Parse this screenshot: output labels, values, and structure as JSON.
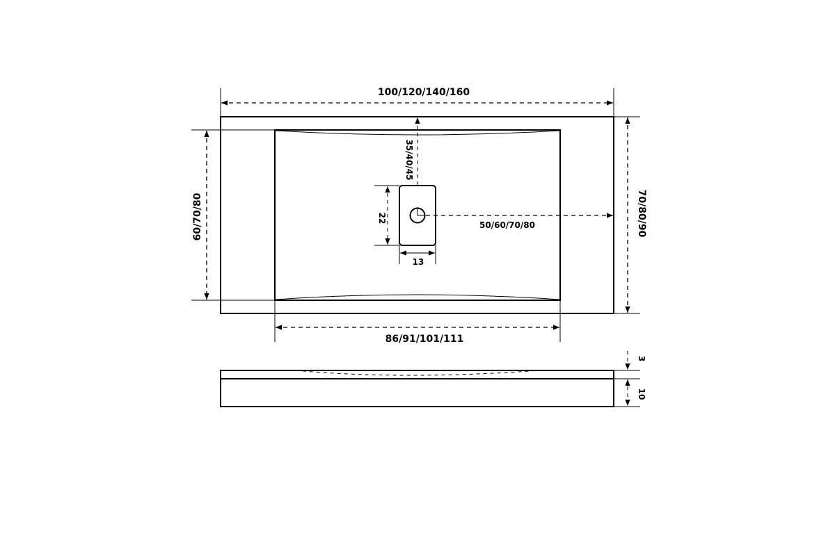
{
  "dimensions": {
    "overall_length": "100/120/140/160",
    "overall_depth": "70/80/90",
    "basin_depth": "60/70/80",
    "basin_length": "86/91/101/111",
    "drain_from_back": "35/40/45",
    "drain_to_side": "50/60/70/80",
    "drain_height": "22",
    "drain_width": "13",
    "side_top_thickness": "3",
    "side_base_thickness": "10"
  },
  "colors": {
    "line": "#000000",
    "background": "#ffffff"
  }
}
